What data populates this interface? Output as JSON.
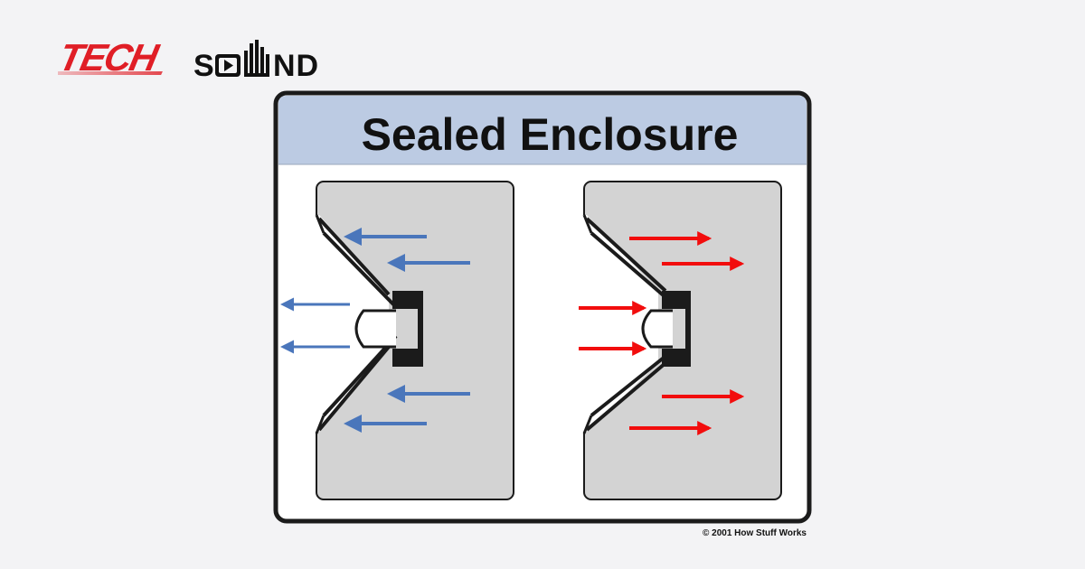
{
  "logo": {
    "brand_part1": "TECH",
    "brand_part2": "SOUND",
    "color_primary": "#e01e26",
    "color_secondary": "#111111"
  },
  "diagram": {
    "title": "Sealed Enclosure",
    "copyright": "© 2001 How Stuff Works",
    "colors": {
      "header_band": "#bccbe3",
      "enclosure_fill": "#d3d3d3",
      "outline": "#1b1b1b",
      "inward_arrows": "#4a76bb",
      "outward_arrows": "#f20d0d"
    },
    "panels": [
      {
        "id": "left",
        "air_motion": "blue arrows pointing left"
      },
      {
        "id": "right",
        "air_motion": "red arrows pointing right"
      }
    ]
  }
}
